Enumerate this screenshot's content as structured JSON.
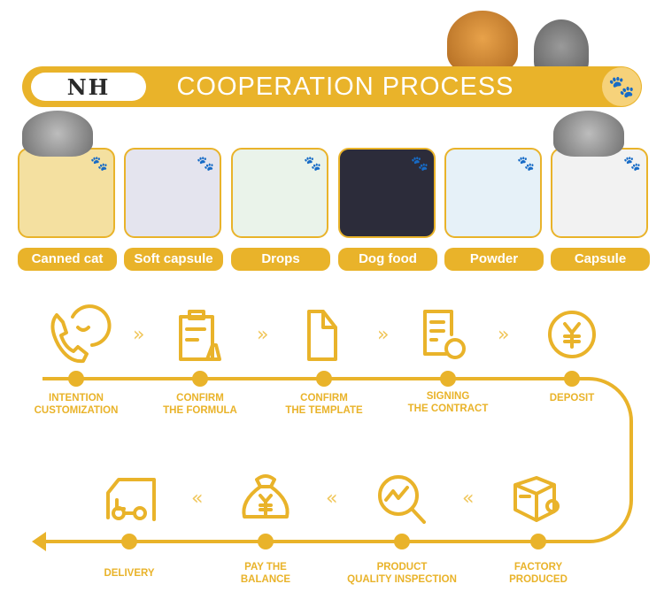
{
  "header": {
    "logo_text": "NH",
    "title": "COOPERATION PROCESS",
    "paw_icon": "paw-icon"
  },
  "accent_color": "#E9B32A",
  "products": [
    {
      "label": "Canned cat",
      "bg": "#F4E0A0"
    },
    {
      "label": "Soft capsule",
      "bg": "#E4E4EE"
    },
    {
      "label": "Drops",
      "bg": "#EAF3EA"
    },
    {
      "label": "Dog food",
      "bg": "#2C2C3A"
    },
    {
      "label": "Powder",
      "bg": "#E6F1F8"
    },
    {
      "label": "Capsule",
      "bg": "#F2F2F2"
    }
  ],
  "steps_top": [
    {
      "line1": "INTENTION",
      "line2": "CUSTOMIZATION",
      "icon": "phone-chat-icon"
    },
    {
      "line1": "CONFIRM",
      "line2": "THE FORMULA",
      "icon": "clipboard-flask-icon"
    },
    {
      "line1": "CONFIRM",
      "line2": "THE TEMPLATE",
      "icon": "document-icon"
    },
    {
      "line1": "SIGNING",
      "line2": "THE CONTRACT",
      "icon": "contract-icon"
    },
    {
      "line1": "DEPOSIT",
      "line2": "",
      "icon": "yen-coin-icon"
    }
  ],
  "steps_bottom": [
    {
      "line1": "DELIVERY",
      "line2": "",
      "icon": "truck-icon"
    },
    {
      "line1": "PAY THE",
      "line2": "BALANCE",
      "icon": "money-bag-icon"
    },
    {
      "line1": "PRODUCT",
      "line2": "QUALITY INSPECTION",
      "icon": "magnifier-chart-icon"
    },
    {
      "line1": "FACTORY",
      "line2": "PRODUCED",
      "icon": "box-gear-icon"
    }
  ],
  "chevron_right": "»",
  "chevron_left": "«",
  "paw": "🐾"
}
